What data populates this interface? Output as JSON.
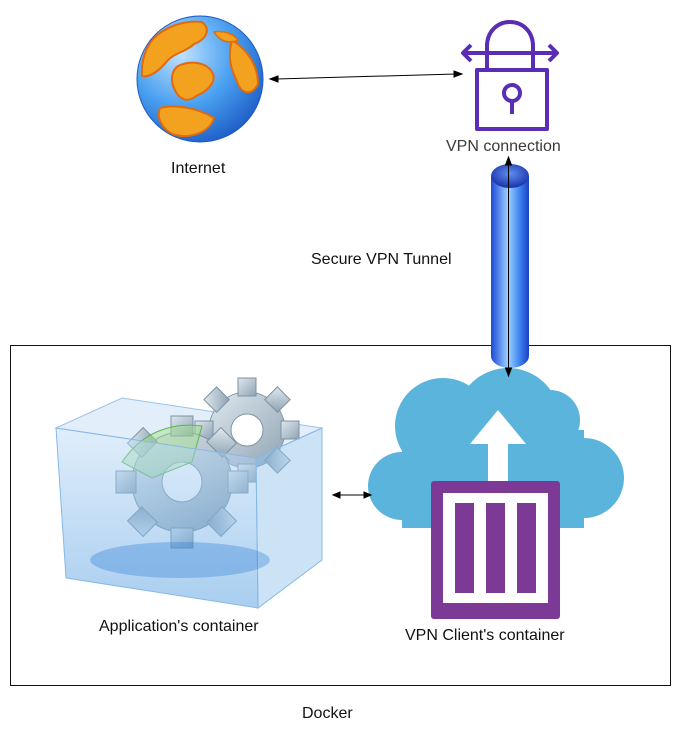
{
  "nodes": {
    "internet": {
      "label": "Internet",
      "icon": "globe-icon"
    },
    "vpn_connection": {
      "label": "VPN connection",
      "icon": "lock-icon",
      "color": "#5a2db5"
    },
    "tunnel": {
      "label": "Secure VPN Tunnel",
      "icon": "cylinder-icon",
      "color": "#3d7bf0"
    },
    "app_container": {
      "label": "Application's container",
      "icon": "gears-in-box-icon"
    },
    "vpn_client_container": {
      "label": "VPN Client's container",
      "icon": "cloud-container-icon",
      "cloud_color": "#5ab4dc",
      "container_color": "#7c3a96"
    },
    "docker": {
      "label": "Docker"
    }
  },
  "edges": [
    {
      "from": "internet",
      "to": "vpn_connection",
      "type": "bidirectional"
    },
    {
      "from": "vpn_connection",
      "to": "vpn_client_container",
      "type": "bidirectional",
      "via": "tunnel"
    },
    {
      "from": "app_container",
      "to": "vpn_client_container",
      "type": "bidirectional"
    }
  ]
}
